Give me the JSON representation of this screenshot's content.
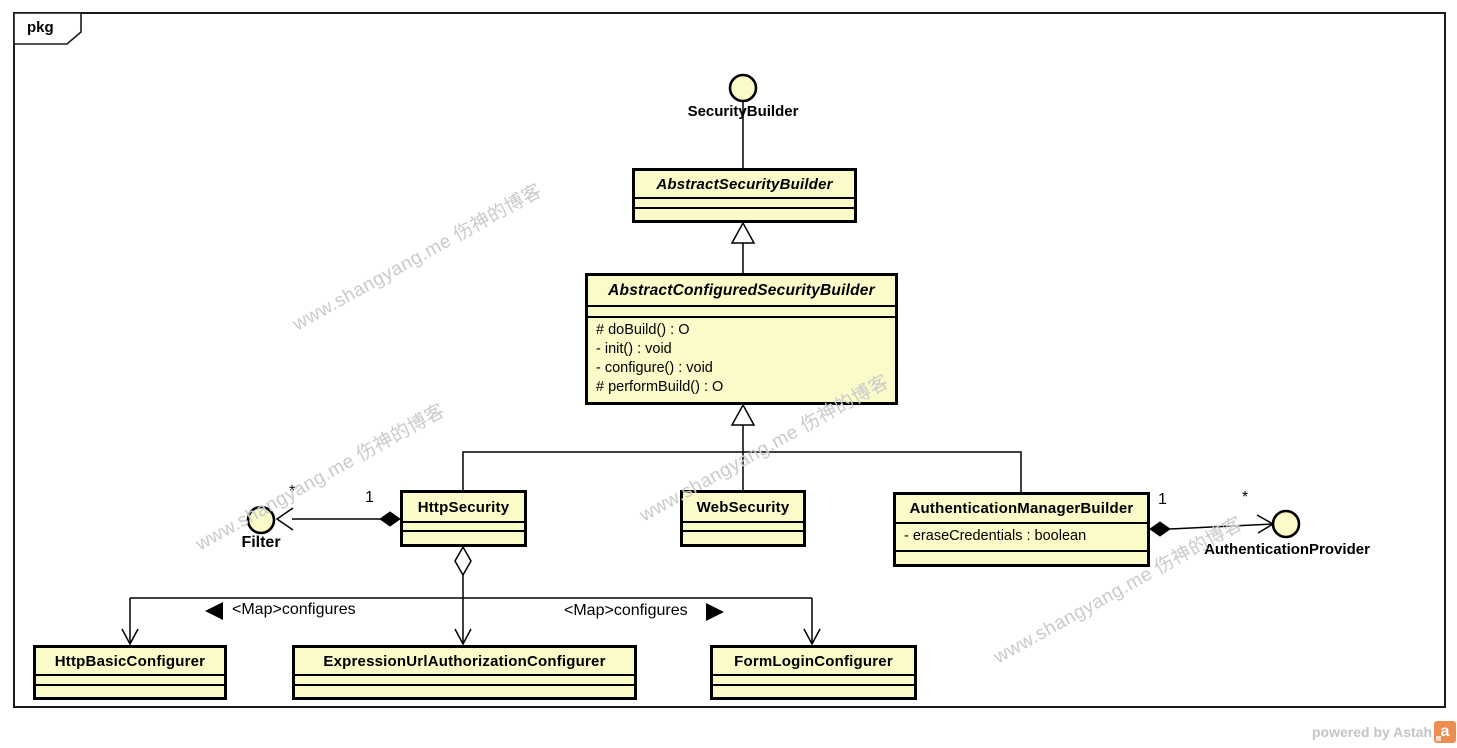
{
  "frame": {
    "kind_label": "pkg"
  },
  "watermarks": {
    "text": "www.shangyang.me 伤神的博客"
  },
  "footer": {
    "powered_by": "powered by Astah",
    "logo_letter": "a"
  },
  "lollipop_interfaces": [
    {
      "name": "SecurityBuilder"
    },
    {
      "name": "Filter"
    },
    {
      "name": "AuthenticationProvider"
    }
  ],
  "classes": [
    {
      "name": "AbstractSecurityBuilder",
      "stereotype": "abstract",
      "attributes": [],
      "operations": []
    },
    {
      "name": "AbstractConfiguredSecurityBuilder",
      "stereotype": "abstract",
      "attributes": [],
      "operations": [
        "# doBuild() : O",
        "- init() : void",
        "- configure() : void",
        "# performBuild() : O"
      ]
    },
    {
      "name": "HttpSecurity",
      "attributes": [],
      "operations": []
    },
    {
      "name": "WebSecurity",
      "attributes": [],
      "operations": []
    },
    {
      "name": "AuthenticationManagerBuilder",
      "attributes": [
        "- eraseCredentials : boolean"
      ],
      "operations": []
    },
    {
      "name": "HttpBasicConfigurer",
      "attributes": [],
      "operations": []
    },
    {
      "name": "ExpressionUrlAuthorizationConfigurer",
      "attributes": [],
      "operations": []
    },
    {
      "name": "FormLoginConfigurer",
      "attributes": [],
      "operations": []
    }
  ],
  "associations": {
    "http_security_filter": {
      "source_mult": "1",
      "target_mult": "*"
    },
    "auth_manager_provider": {
      "source_mult": "1",
      "target_mult": "*"
    },
    "configures": {
      "label": "<Map>configures"
    }
  },
  "colors": {
    "class_fill": "#fbfbca",
    "line": "#000000",
    "watermark": "#cacaca",
    "astah_orange": "#ee8d52",
    "footer_text": "#c5c5c5"
  }
}
